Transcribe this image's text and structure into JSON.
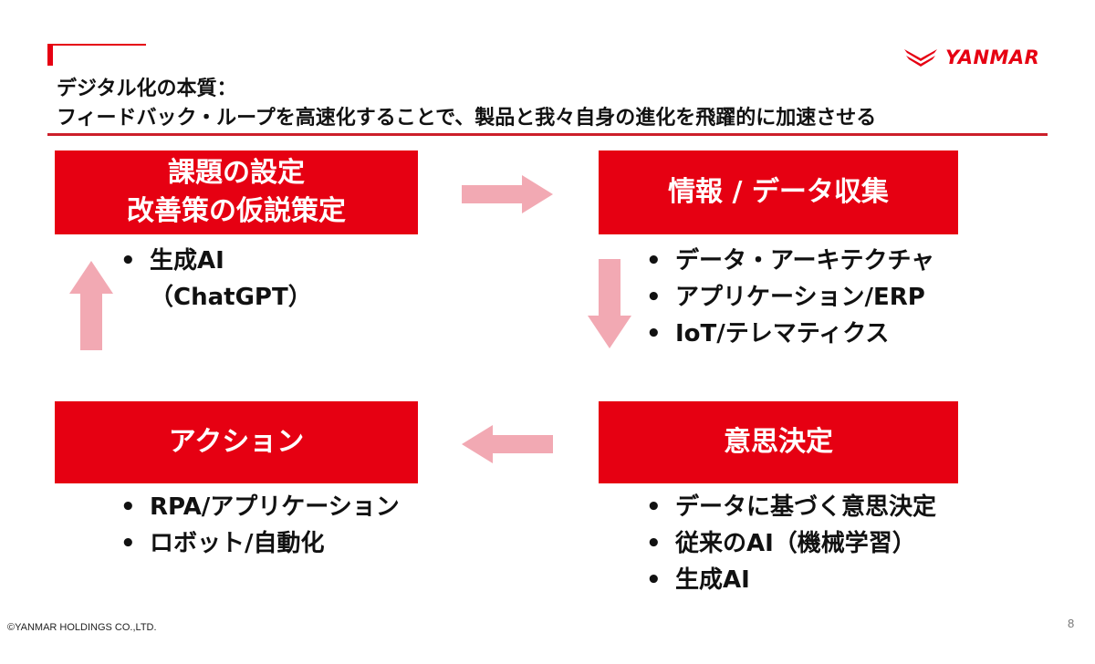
{
  "logo": {
    "text": "YANMAR"
  },
  "header": {
    "line1": "デジタル化の本質：",
    "line2": "フィードバック・ループを高速化することで、製品と我々自身の進化を飛躍的に加速させる"
  },
  "boxes": {
    "issue": {
      "line1": "課題の設定",
      "line2": "改善策の仮説策定"
    },
    "data": {
      "label": "情報 / データ収集"
    },
    "action": {
      "label": "アクション"
    },
    "decision": {
      "label": "意思決定"
    }
  },
  "lists": {
    "issue": {
      "item": "生成AI",
      "sub": "（ChatGPT）"
    },
    "data": [
      "データ・アーキテクチャ",
      "アプリケーション/ERP",
      "IoT/テレマティクス"
    ],
    "action": [
      "RPA/アプリケーション",
      "ロボット/自動化"
    ],
    "decision": [
      "データに基づく意思決定",
      "従来のAI（機械学習）",
      "生成AI"
    ]
  },
  "bullet": "•",
  "footer": {
    "copyright": "©YANMAR HOLDINGS CO.,LTD.",
    "page": "8"
  },
  "colors": {
    "accent": "#e60012",
    "arrow": "#f2a9b3",
    "rule": "#cc1f2a"
  },
  "icons": {
    "logo_mark": "yanmar-wings-icon",
    "arrows": [
      "arrow-right-icon",
      "arrow-down-icon",
      "arrow-left-icon",
      "arrow-up-icon"
    ]
  }
}
